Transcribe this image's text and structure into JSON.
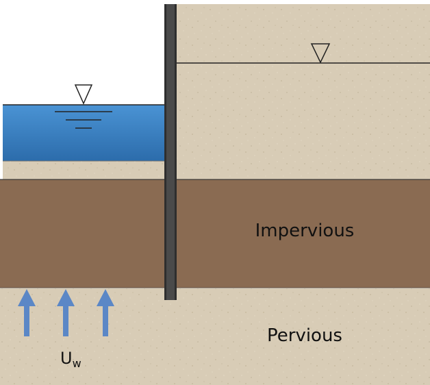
{
  "labels": {
    "impervious": "Impervious",
    "pervious": "Pervious",
    "uplift": "U",
    "uplift_sub": "w"
  },
  "colors": {
    "background": "#ffffff",
    "sand": "#d7cbb4",
    "clay": "#8a6b52",
    "water_top": "#3f86c8",
    "water_bottom": "#2a6aa9",
    "sheet_pile": "#4a4a4a",
    "arrow": "#5b87c6",
    "line": "#222222"
  },
  "icons": {
    "water_level_left": "inverted-triangle-water-table-icon",
    "water_level_right": "inverted-triangle-water-table-icon",
    "uplift_arrows": "arrow-up-icon"
  },
  "uplift_arrow_count": 3
}
